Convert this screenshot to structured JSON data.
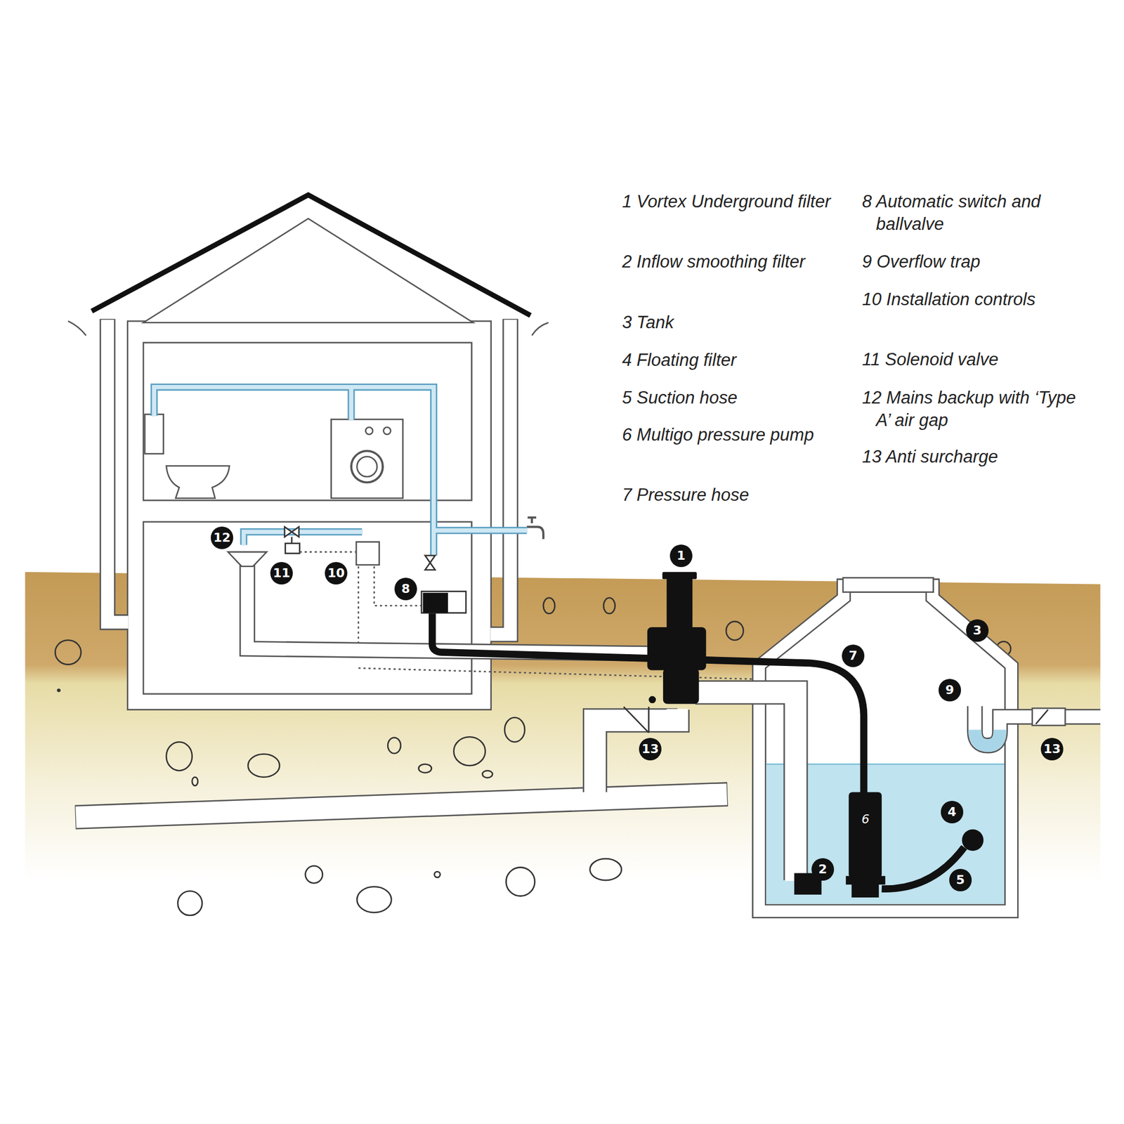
{
  "diagram": {
    "labels": [
      "1 Vortex Underground filter",
      "2 Inflow smoothing filter",
      "3 Tank",
      "4 Floating filter",
      "5 Suction hose",
      "6 Multigo pressure pump",
      "7 Pressure hose",
      "8 Automatic switch and ballvalve",
      "9 Overflow trap",
      "10 Installation controls",
      "11 Solenoid valve",
      "12 Mains backup with ‘Type A’ air gap",
      "13 Anti surcharge",
      "12",
      "11",
      "10",
      "8",
      "1",
      "3",
      "7",
      "9",
      "6",
      "4",
      "2",
      "5",
      "13",
      "13"
    ]
  }
}
